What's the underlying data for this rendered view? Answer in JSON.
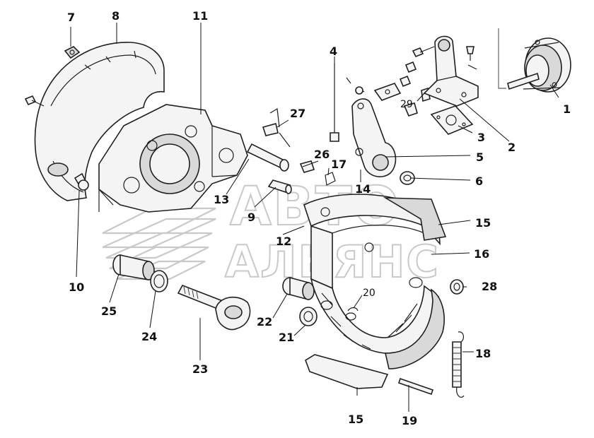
{
  "diagram": {
    "callouts": [
      "1",
      "2",
      "3",
      "4",
      "5",
      "6",
      "7",
      "8",
      "9",
      "10",
      "11",
      "12",
      "13",
      "14",
      "15",
      "15",
      "16",
      "17",
      "18",
      "19",
      "20",
      "21",
      "22",
      "23",
      "24",
      "25",
      "26",
      "27",
      "28",
      "29"
    ]
  },
  "watermark": {
    "line1": "АВТО",
    "line2": "АЛЬЯНС",
    "color": "#b8b8b8"
  },
  "colors": {
    "ink": "#1f1f1f",
    "part_fill": "#f4f4f4",
    "shade": "#d9d9d9"
  }
}
